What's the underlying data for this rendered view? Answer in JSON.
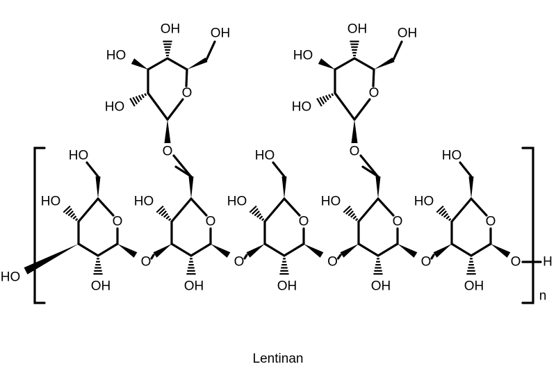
{
  "molecule": {
    "name": "Lentinan",
    "atoms": {
      "hydroxyl": "OH",
      "hydroxyl_left": "HO",
      "oxygen": "O",
      "hydrogen": "H",
      "repeat": "n"
    }
  },
  "colors": {
    "ink": "#000000",
    "background": "#ffffff"
  }
}
